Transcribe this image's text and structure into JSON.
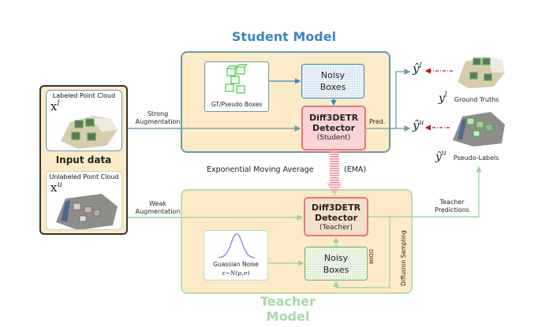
{
  "titles": {
    "student": "Student Model",
    "teacher": "Teacher Model"
  },
  "input": {
    "title": "Input data",
    "labeled": {
      "label": "Labeled Point Cloud",
      "var_base": "x",
      "var_sup": "l"
    },
    "unlabeled": {
      "label": "Unlabeled Point Cloud",
      "var_base": "x",
      "var_sup": "u"
    }
  },
  "edges": {
    "strong_aug": [
      "Strong",
      "Augmentation"
    ],
    "weak_aug": [
      "Weak",
      "Augmentation"
    ],
    "pred": "Pred.",
    "teacher_pred": [
      "Teacher",
      "Predictions"
    ],
    "ddim": "DDIM",
    "diffusion_sampling": "Diffusion Sampling",
    "ema": "Exponential Moving Average",
    "ema_abbr": "(EMA)"
  },
  "student": {
    "gt_boxes_label": "GT/Pseudo Boxes",
    "noisy_boxes": [
      "Noisy",
      "Boxes"
    ],
    "detector": [
      "Diff3DETR",
      "Detector",
      "(Student)"
    ]
  },
  "teacher": {
    "noise_label": "Guassian Noise",
    "noise_formula": "ε~N(μ,σ)",
    "noisy_boxes": [
      "Noisy",
      "Boxes"
    ],
    "detector": [
      "Diff3DETR",
      "Detector",
      "(Teacher)"
    ]
  },
  "outputs": {
    "y_hat_l": {
      "base": "ŷ",
      "sup": "l"
    },
    "y_hat_u": {
      "base": "ŷ",
      "sup": "u"
    },
    "ground_truth": {
      "var_base": "y",
      "var_sup": "l",
      "label": "Ground Truths"
    },
    "pseudo": {
      "var_base": "ỹ",
      "var_sup": "u",
      "label": "Pseudo-Labels"
    }
  },
  "colors": {
    "student_accent": "#3f86c4",
    "teacher_accent": "#a9d8a9",
    "panel_fill": "#fcebc6",
    "detector_border": "#e8777a",
    "student_detector_fill": "#f9d4d5",
    "teacher_detector_fill": "#f3e0cc",
    "dotted_arrow": "#c0141b"
  }
}
